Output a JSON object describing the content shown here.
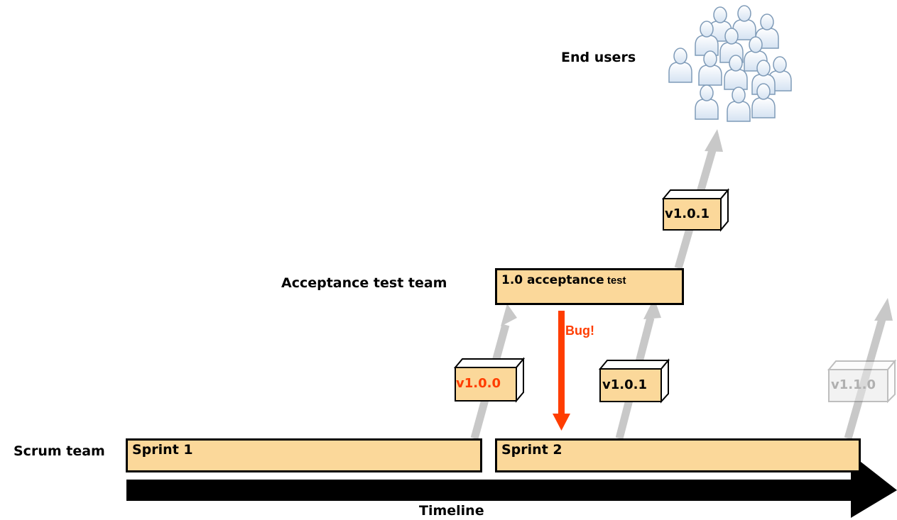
{
  "labels": {
    "end_users": "End users",
    "acceptance_team": "Acceptance test team",
    "scrum_team": "Scrum team",
    "timeline": "Timeline",
    "bug": "Bug!"
  },
  "bars": {
    "sprint1": "Sprint 1",
    "sprint2": "Sprint 2",
    "acceptance_bold": "1.0 acceptance",
    "acceptance_rest": " test"
  },
  "versions": {
    "v100": "v1.0.0",
    "v101_low": "v1.0.1",
    "v101_high": "v1.0.1",
    "v110": "v1.1.0"
  },
  "colors": {
    "bar_fill": "#fbd89a",
    "bug_red": "#ff3d00",
    "faded_box": "#ececec",
    "release_arrow": "#c8c8c8"
  }
}
